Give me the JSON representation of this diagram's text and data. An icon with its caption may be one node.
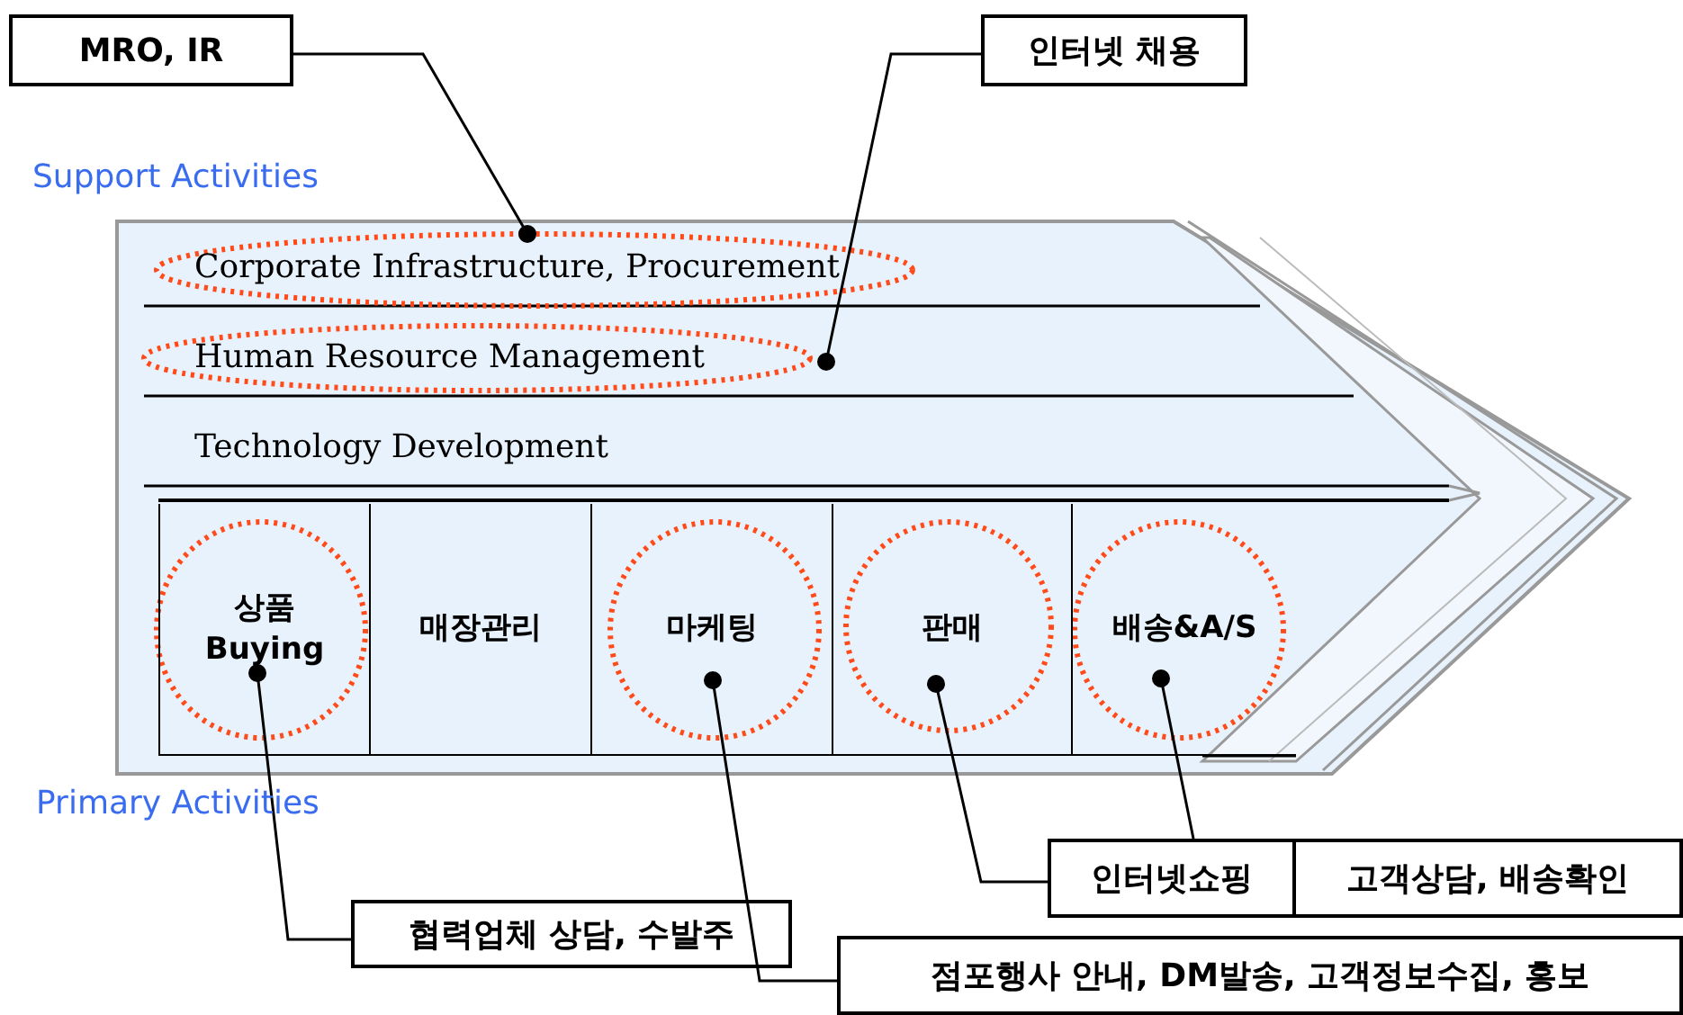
{
  "diagram": {
    "nodes": [
      {
        "text": [
          "MRO, IR"
        ]
      },
      {
        "text": [
          "인터넷 채용"
        ]
      },
      {
        "text": [
          "Corporate Infrastructure, Procurement"
        ]
      },
      {
        "text": [
          "Human Resource Management"
        ]
      },
      {
        "text": [
          "Technology Development"
        ]
      },
      {
        "text": [
          "상품 Buying"
        ]
      },
      {
        "text": [
          "매장관리"
        ]
      },
      {
        "text": [
          "마케팅"
        ]
      },
      {
        "text": [
          "판매"
        ]
      },
      {
        "text": [
          "배송&A/S"
        ]
      },
      {
        "text": [
          "인터넷쇼핑",
          "고객상담, 배송확인"
        ]
      },
      {
        "text": [
          "협력업체 상담, 수발주"
        ]
      },
      {
        "text": [
          "점포행사 안내, DM발송, 고객정보수집, 홍보"
        ]
      }
    ],
    "edges": [
      {
        "from": 0,
        "to": 2,
        "arrow": "other"
      },
      {
        "from": 1,
        "to": 3,
        "arrow": "other"
      },
      {
        "from": 11,
        "to": 5,
        "arrow": "other"
      },
      {
        "from": 12,
        "to": 7,
        "arrow": "other"
      },
      {
        "from": 10,
        "to": 8,
        "arrow": "other"
      },
      {
        "from": 10,
        "to": 9,
        "arrow": "other"
      }
    ],
    "labels": [
      "Support Activities",
      "Primary Activities"
    ]
  }
}
